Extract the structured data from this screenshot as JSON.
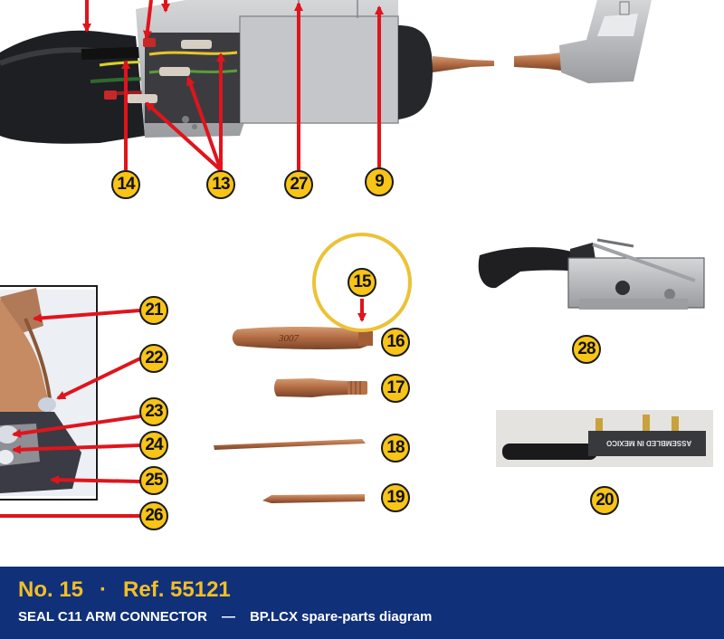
{
  "callouts": {
    "c9": "9",
    "c13": "13",
    "c14": "14",
    "c15": "15",
    "c16": "16",
    "c17": "17",
    "c18": "18",
    "c19": "19",
    "c20": "20",
    "c21": "21",
    "c22": "22",
    "c23": "23",
    "c24": "24",
    "c25": "25",
    "c26": "26",
    "c27": "27",
    "c28": "28"
  },
  "photo_text": {
    "tip_stamp": "3007",
    "connector_stamp": "ASSEMBLED IN MEXICO"
  },
  "banner": {
    "number": "No. 15",
    "separator": "·",
    "ref": "Ref. 55121",
    "part_name": "SEAL C11 ARM CONNECTOR",
    "dash": "—",
    "subtitle": "BP.LCX spare-parts diagram"
  },
  "colors": {
    "arrow": "#e0141c",
    "badge_fill": "#f7c417",
    "highlight_ring": "#ecc236",
    "banner_bg": "#10307a",
    "banner_title": "#f3bf25"
  }
}
